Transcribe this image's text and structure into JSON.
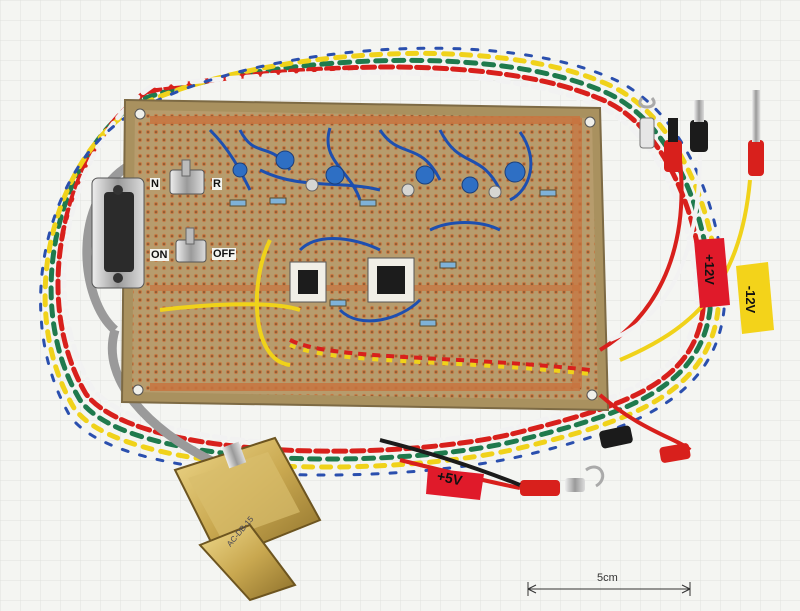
{
  "labels": {
    "power_on": "ON",
    "power_off": "OFF",
    "mode_left": "N",
    "mode_right": "R",
    "tag_plus5": "+5V",
    "tag_plus12": "+12V",
    "tag_minus12": "-12V",
    "scale_bar": "5cm"
  },
  "connector_marking": "AC-DB-15",
  "colors": {
    "background": "#f4f5f2",
    "pcb": "#b49a6c",
    "copper": "#c8743f",
    "wire_red": "#d8201c",
    "wire_yellow": "#f0d21a",
    "wire_green": "#1f7a4d",
    "wire_white": "#f2f2f2",
    "wire_blue": "#2a4fae",
    "wire_gray": "#9a9a9a",
    "connector_gold": "#c9a850",
    "tag_red": "#e01a2a",
    "tag_yellow": "#f3d31a",
    "capacitor_blue": "#2e6fc4",
    "jumper_blue": "#1d4fb0"
  }
}
